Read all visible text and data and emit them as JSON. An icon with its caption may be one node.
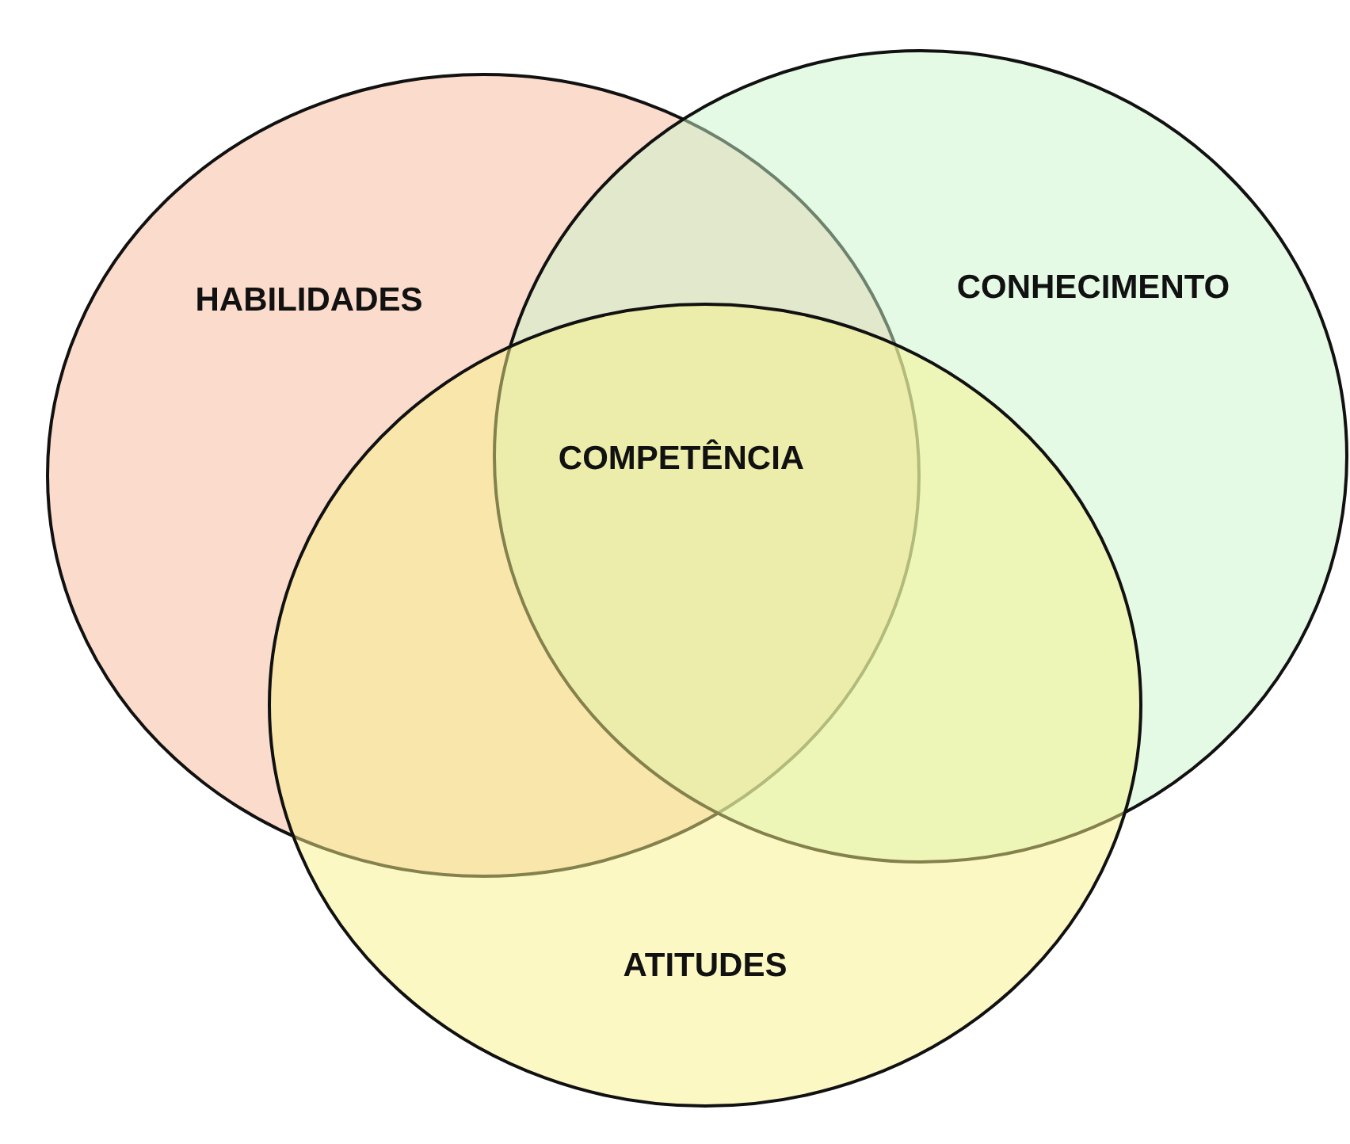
{
  "diagram": {
    "nodes": [
      {
        "text": [
          "HABILIDADES"
        ]
      },
      {
        "text": [
          "CONHECIMENTO"
        ]
      },
      {
        "text": [
          "ATITUDES"
        ]
      }
    ],
    "edges": [],
    "labels": [
      "COMPETÊNCIA"
    ]
  }
}
